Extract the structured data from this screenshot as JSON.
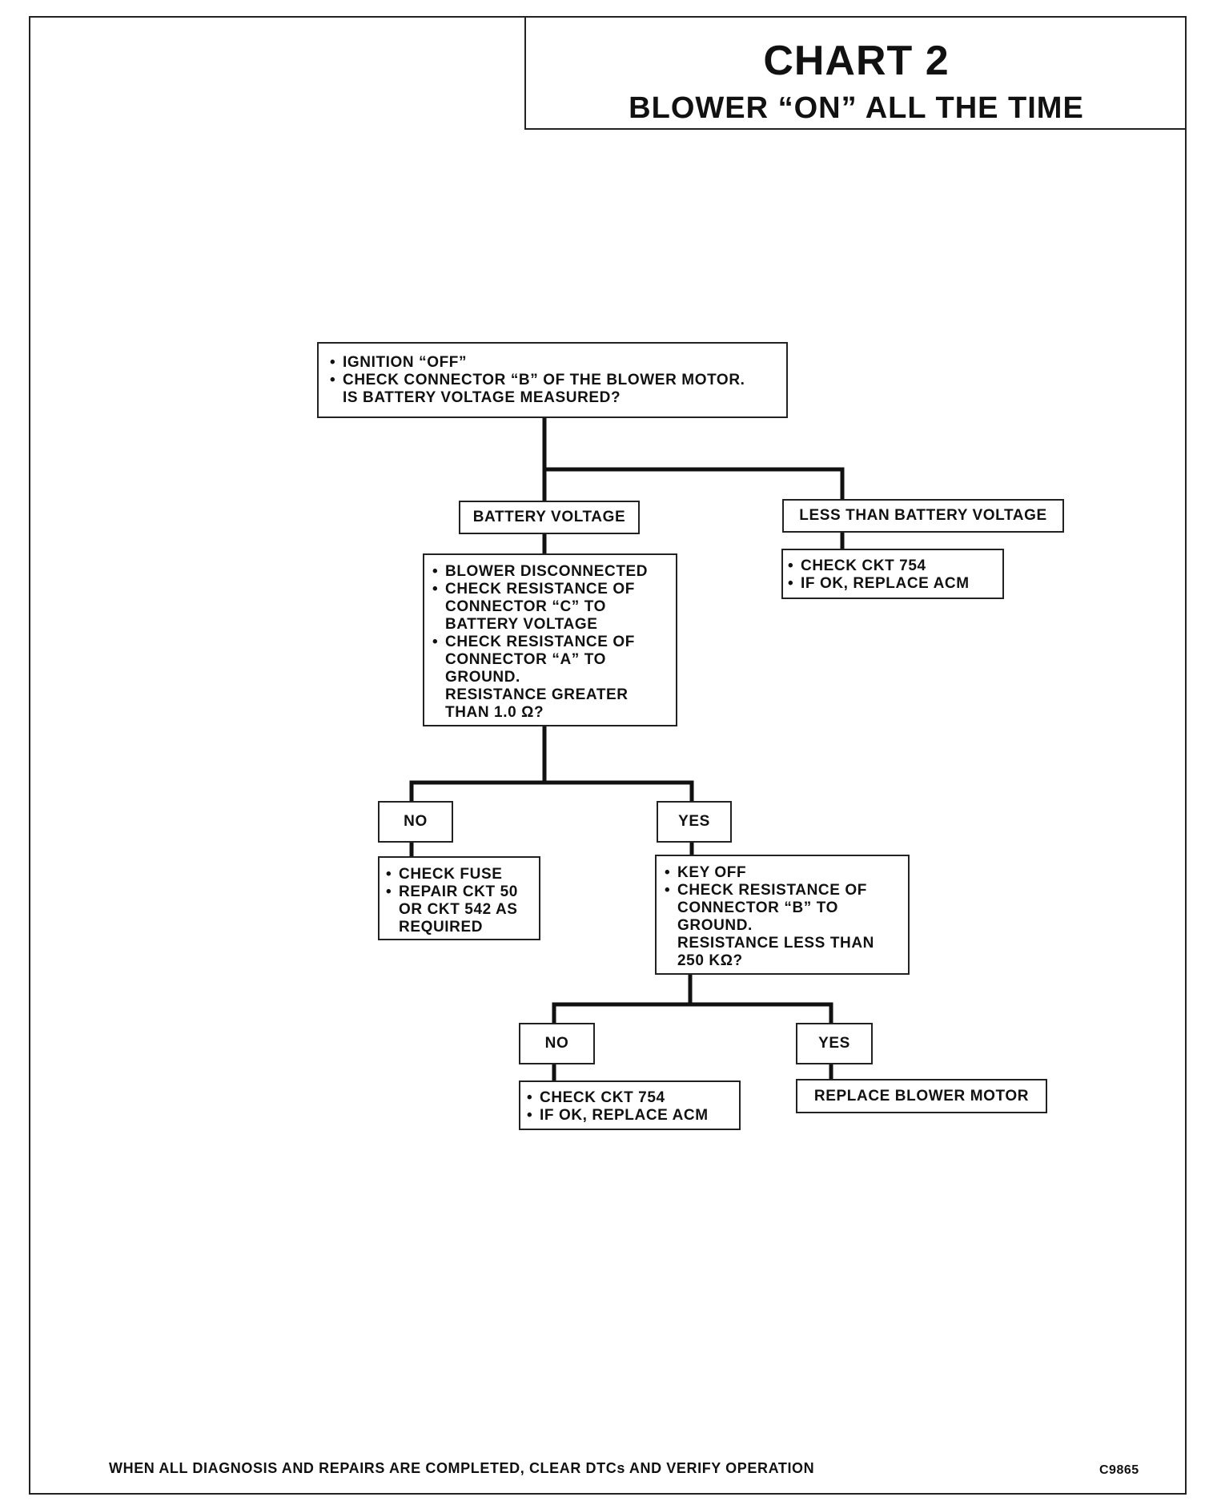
{
  "header": {
    "chart_number": "CHART 2",
    "chart_title": "BLOWER “ON” ALL THE TIME"
  },
  "flowchart": {
    "start": {
      "items": [
        "IGNITION “OFF”",
        "CHECK CONNECTOR “B” OF THE BLOWER MOTOR.\nIS BATTERY VOLTAGE MEASURED?"
      ]
    },
    "battery_voltage_label": "BATTERY VOLTAGE",
    "less_than_label": "LESS THAN BATTERY VOLTAGE",
    "less_than_steps": {
      "items": [
        "CHECK CKT 754",
        "IF OK, REPLACE ACM"
      ]
    },
    "resistance_check": {
      "items": [
        "BLOWER DISCONNECTED",
        "CHECK RESISTANCE OF\nCONNECTOR “C” TO\nBATTERY VOLTAGE",
        "CHECK RESISTANCE OF\nCONNECTOR “A” TO\nGROUND.\nRESISTANCE GREATER\nTHAN 1.0 Ω?"
      ]
    },
    "no_1_label": "NO",
    "yes_1_label": "YES",
    "no_1_steps": {
      "items": [
        "CHECK FUSE",
        "REPAIR CKT 50\nOR CKT 542 AS\nREQUIRED"
      ]
    },
    "key_off_check": {
      "items": [
        "KEY OFF",
        "CHECK RESISTANCE OF\nCONNECTOR “B” TO\nGROUND.\nRESISTANCE LESS THAN\n250 KΩ?"
      ]
    },
    "no_2_label": "NO",
    "yes_2_label": "YES",
    "no_2_steps": {
      "items": [
        "CHECK CKT 754",
        "IF OK, REPLACE ACM"
      ]
    },
    "yes_2_action": "REPLACE BLOWER MOTOR"
  },
  "footer": {
    "note": "WHEN ALL DIAGNOSIS AND REPAIRS ARE COMPLETED, CLEAR DTCs AND VERIFY OPERATION",
    "code": "C9865"
  }
}
